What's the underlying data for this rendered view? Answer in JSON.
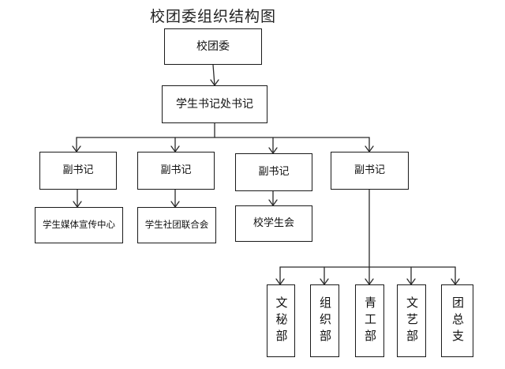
{
  "title": "校团委组织结构图",
  "nodes": {
    "root": "校团委",
    "secretariat": "学生书记处书记",
    "deputy_1": "副书记",
    "deputy_2": "副书记",
    "deputy_3": "副书记",
    "deputy_4": "副书记",
    "media_center": "学生媒体宣传中心",
    "club_union": "学生社团联合会",
    "student_union": "校学生会",
    "dept_secretary": "文秘部",
    "dept_organization": "组织部",
    "dept_youth_work": "青工部",
    "dept_arts": "文艺部",
    "dept_general_branch": "团总支"
  }
}
